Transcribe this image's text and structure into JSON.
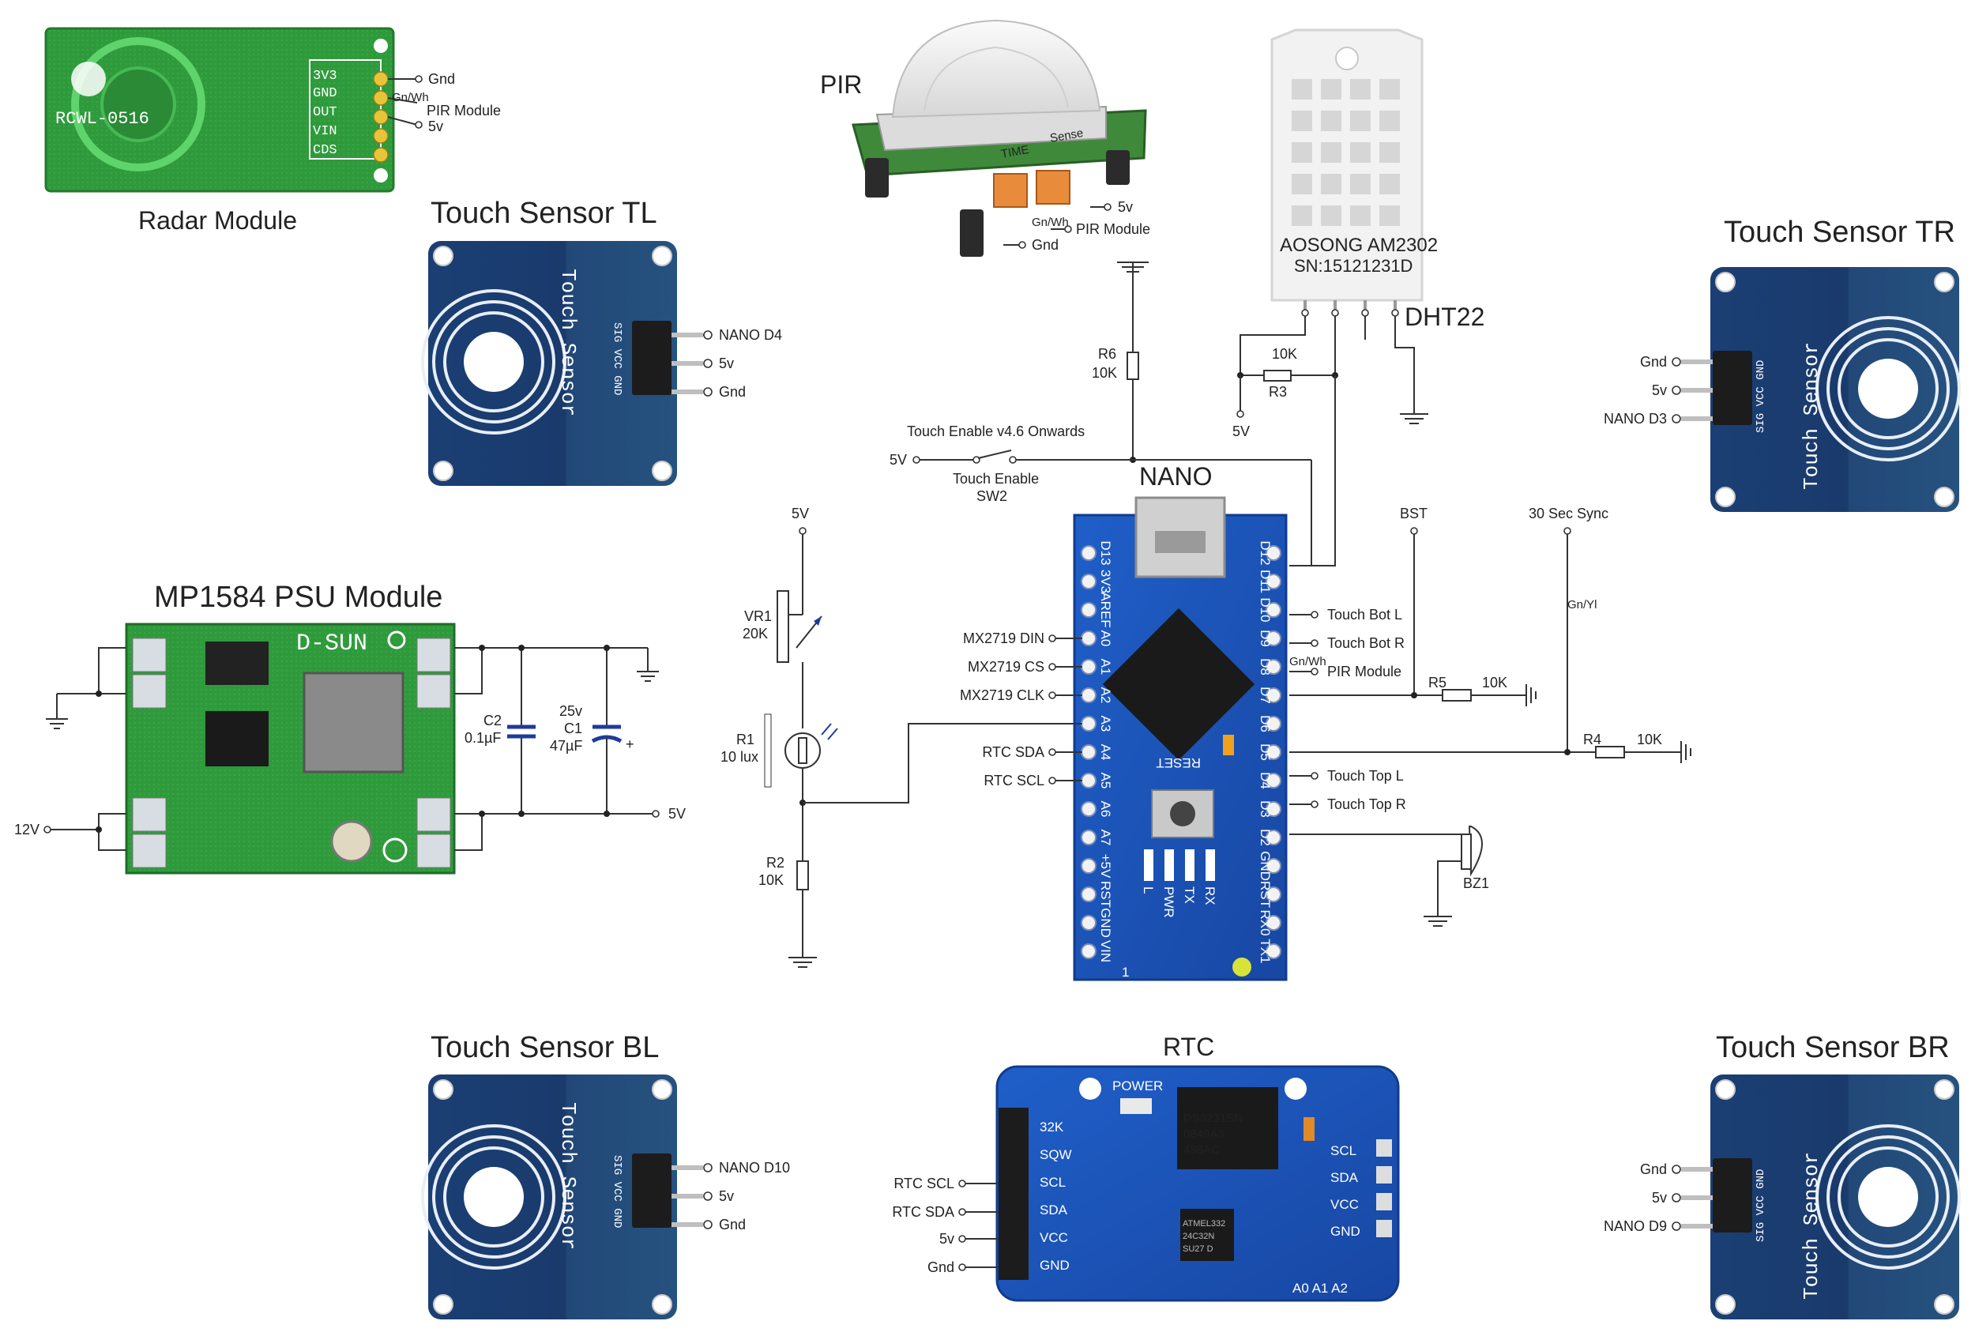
{
  "modules": {
    "radar": {
      "title": "Radar Module",
      "silk": "RCWL-0516",
      "pins": [
        "3V3",
        "GND",
        "OUT",
        "VIN",
        "CDS"
      ],
      "labels": [
        "Gnd",
        "PIR Module",
        "5v"
      ],
      "wire_note": "Gn/Wh"
    },
    "pir": {
      "title": "PIR",
      "labels": [
        "5v",
        "PIR Module",
        "Gnd"
      ],
      "wire_note": "Gn/Wh",
      "silk": [
        "TIME",
        "Sense"
      ]
    },
    "dht": {
      "title": "DHT22",
      "line1": "AOSONG AM2302",
      "line2": "SN:15121231D"
    },
    "touch_tl": {
      "title": "Touch Sensor TL",
      "labels": [
        "NANO D4",
        "5v",
        "Gnd"
      ],
      "silk": "Touch Sensor",
      "pins": "SIG VCC GND"
    },
    "touch_tr": {
      "title": "Touch Sensor TR",
      "labels": [
        "Gnd",
        "5v",
        "NANO D3"
      ],
      "silk": "Touch Sensor",
      "pins": "SIG VCC GND"
    },
    "touch_bl": {
      "title": "Touch Sensor BL",
      "labels": [
        "NANO D10",
        "5v",
        "Gnd"
      ],
      "silk": "Touch Sensor",
      "pins": "SIG VCC GND"
    },
    "touch_br": {
      "title": "Touch Sensor BR",
      "labels": [
        "Gnd",
        "5v",
        "NANO D9"
      ],
      "silk": "Touch Sensor",
      "pins": "SIG VCC GND"
    },
    "psu": {
      "title": "MP1584 PSU Module",
      "silk": "D-SUN",
      "in_label": "12V",
      "out_label": "5V"
    },
    "nano": {
      "title": "NANO",
      "left_pins": [
        "D13",
        "3V3",
        "AREF",
        "A0",
        "A1",
        "A2",
        "A3",
        "A4",
        "A5",
        "A6",
        "A7",
        "+5V",
        "RST",
        "GND",
        "VIN"
      ],
      "right_pins": [
        "D12",
        "D11",
        "D10",
        "D9",
        "D8",
        "D7",
        "D6",
        "D5",
        "D4",
        "D3",
        "D2",
        "GND",
        "RST",
        "RX0",
        "TX1"
      ],
      "leds": [
        "L",
        "PWR",
        "TX",
        "RX"
      ],
      "reset": "RESET",
      "pin1": "1"
    },
    "rtc": {
      "title": "RTC",
      "left_pins": [
        "32K",
        "SQW",
        "SCL",
        "SDA",
        "VCC",
        "GND"
      ],
      "right_pins": [
        "SCL",
        "SDA",
        "VCC",
        "GND"
      ],
      "power": "POWER",
      "chip1": [
        "DS3231SN",
        "0849A3",
        "488AC"
      ],
      "chip2": [
        "ATMEL332",
        "24C32N",
        "SU27 D"
      ],
      "addr": "A0 A1 A2",
      "wire_labels": [
        "RTC SCL",
        "RTC SDA",
        "5v",
        "Gnd"
      ]
    }
  },
  "nano_left_labels": [
    "MX2719 DIN",
    "MX2719 CS",
    "MX2719 CLK",
    "RTC SDA",
    "RTC SCL"
  ],
  "nano_right_labels": [
    "Touch Bot L",
    "Touch Bot R",
    "PIR Module",
    "Touch Top L",
    "Touch Top R"
  ],
  "nano_wire_note": "Gn/Wh",
  "components": {
    "psu_caps": {
      "c2_name": "C2",
      "c2_val": "0.1µF",
      "c1_volt": "25v",
      "c1_name": "C1",
      "c1_val": "47µF",
      "plus": "+"
    },
    "r6": {
      "name": "R6",
      "value": "10K"
    },
    "r3": {
      "name": "R3",
      "value": "10K"
    },
    "dht_5v": "5V",
    "sw2": {
      "title": "Touch Enable v4.6 Onwards",
      "src": "5V",
      "name1": "Touch Enable",
      "name2": "SW2"
    },
    "ldr": {
      "supply": "5V",
      "vr1": "VR1",
      "vr1_val": "20K",
      "r1": "R1",
      "r1_val": "10 lux",
      "r2": "R2",
      "r2_val": "10K"
    },
    "bst": {
      "label": "BST",
      "r5": "R5",
      "r5_val": "10K"
    },
    "sync": {
      "label": "30 Sec Sync",
      "note": "Gn/Yl",
      "r4": "R4",
      "r4_val": "10K"
    },
    "bz1": "BZ1"
  }
}
